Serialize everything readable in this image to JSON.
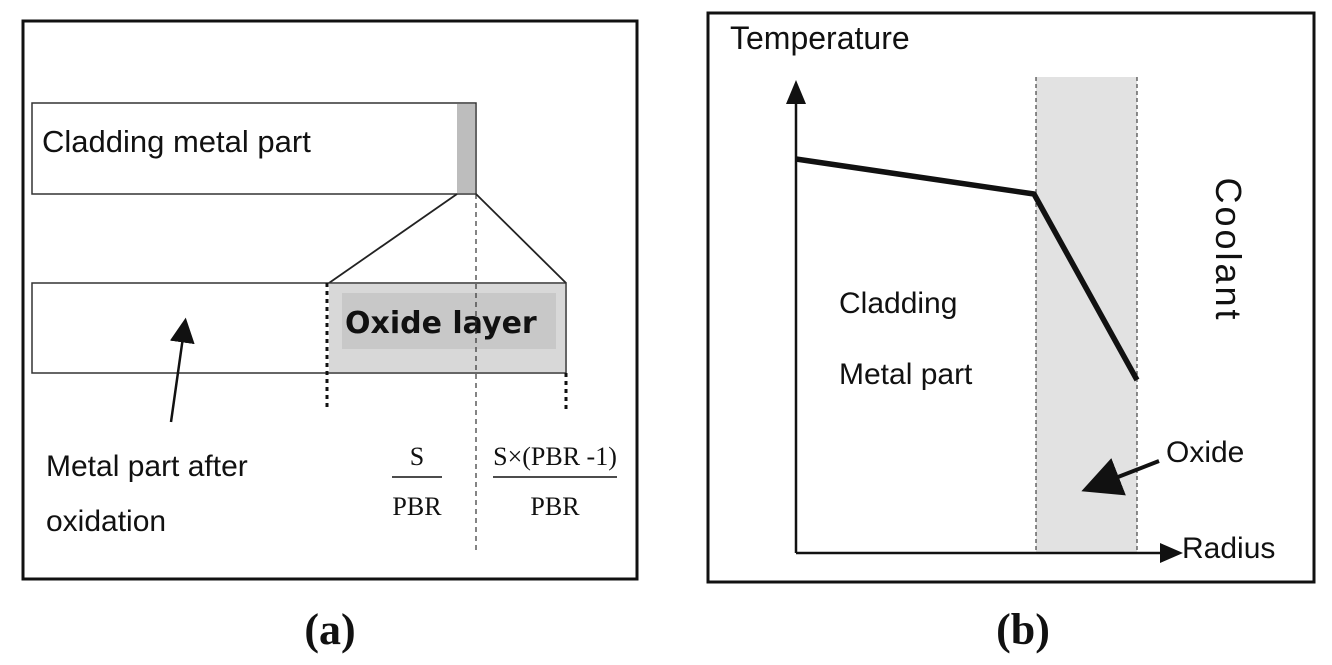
{
  "panel_a": {
    "caption": "(a)",
    "cladding_label": "Cladding metal part",
    "oxide_label": "Oxide layer",
    "metal_after_line1": "Metal part after",
    "metal_after_line2": "oxidation",
    "formula_left_num": "S",
    "formula_left_den": "PBR",
    "formula_right_num": "S×(PBR -1)",
    "formula_right_den": "PBR"
  },
  "panel_b": {
    "caption": "(b)",
    "y_axis_label": "Temperature",
    "x_axis_label": "Radius",
    "coolant_label": "Coolant",
    "cladding_line1": "Cladding",
    "cladding_line2": "Metal part",
    "oxide_label": "Oxide"
  },
  "colors": {
    "stroke": "#111111",
    "oxide_fill": "#d8d8d8",
    "oxide_inner": "#c8c8c8",
    "strip_fill": "#bdbdbd"
  }
}
